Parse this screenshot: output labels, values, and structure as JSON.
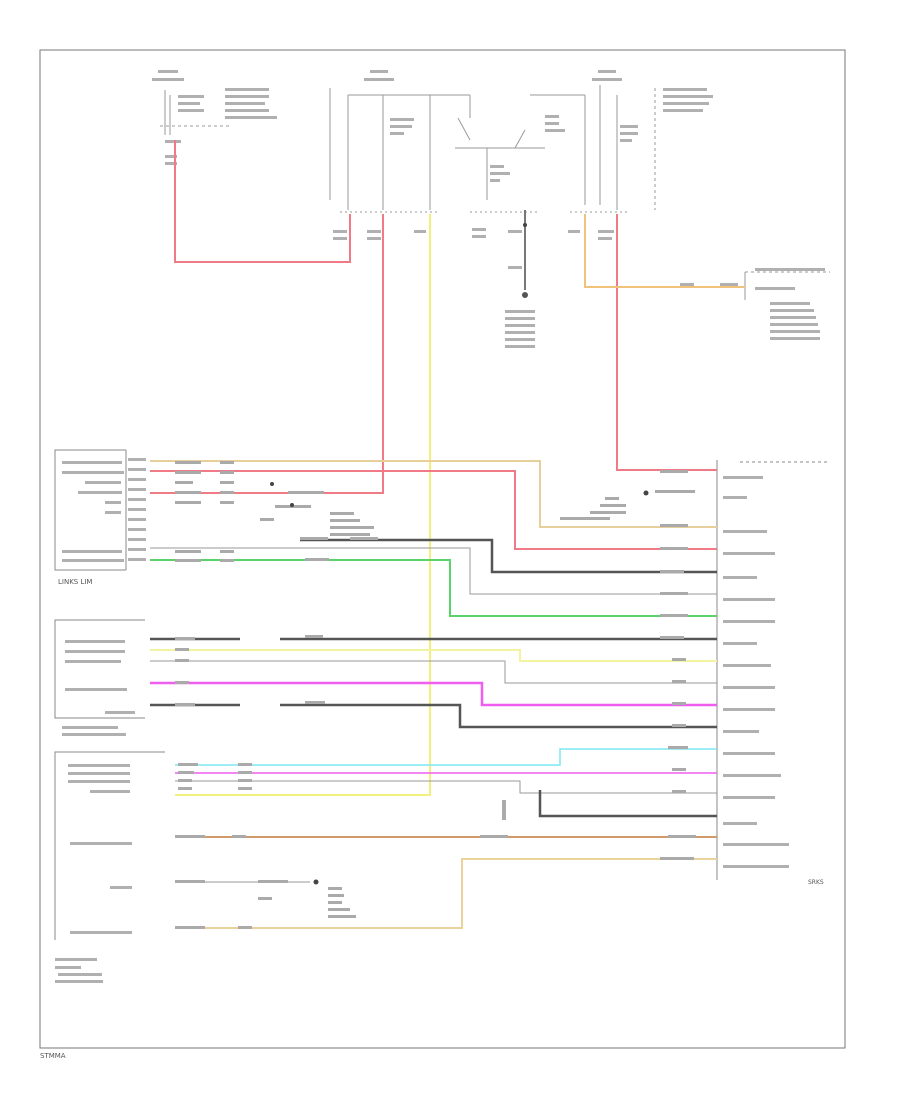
{
  "diagram": {
    "colors": {
      "red": "#f07a86",
      "pink_mag": "#e84a8a",
      "yellow": "#f2f07a",
      "lt_yellow": "#f2f4a0",
      "orange": "#f1c37a",
      "tan": "#e7cf9a",
      "dark": "#555555",
      "green": "#5ad36b",
      "cyan": "#7de8f0",
      "magenta": "#f05ef0",
      "brown": "#d19a6a",
      "beige": "#e9d39a",
      "lines": "#9a9a9a"
    },
    "legible_labels": {
      "left_connector_caption": "LINKS LIM",
      "bottom_left_code": "STMMA",
      "right_code": "SRKS"
    }
  }
}
